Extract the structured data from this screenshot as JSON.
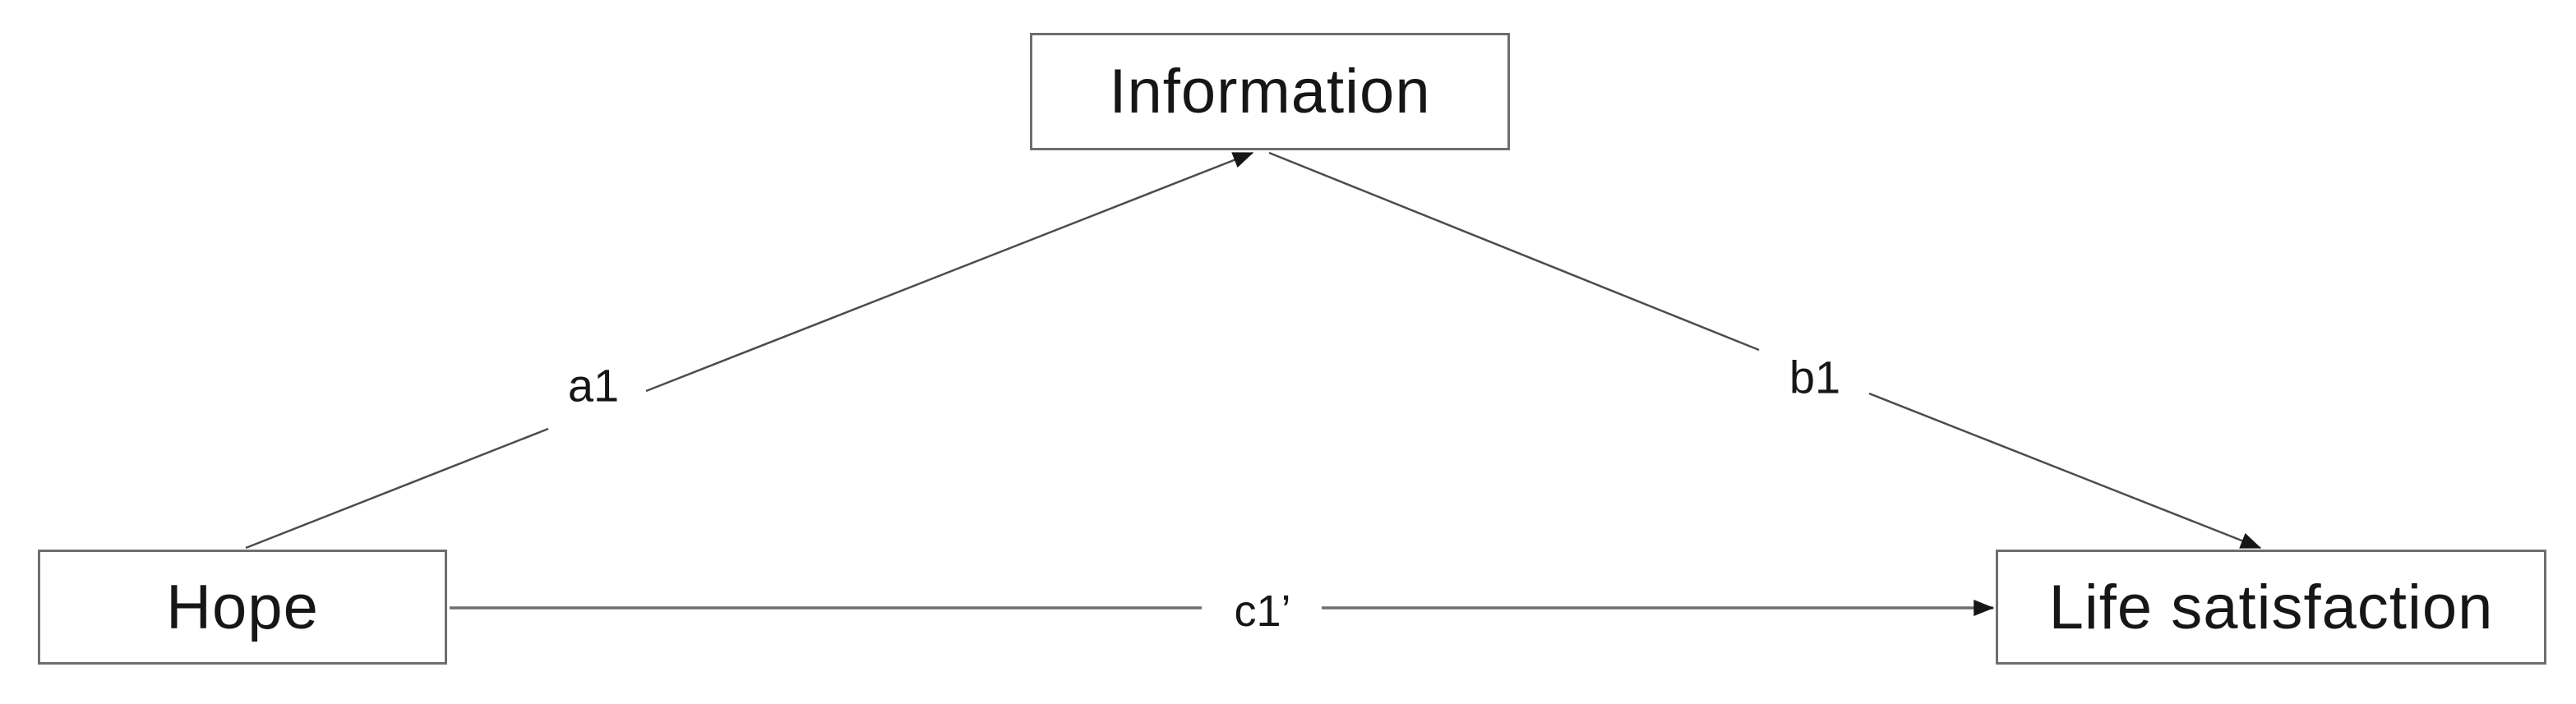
{
  "diagram": {
    "title": "Mediation path diagram",
    "colors": {
      "background": "#ffffff",
      "box_border": "#6e6e6e",
      "text": "#161616",
      "diagonal_line": "#4c4c4c",
      "horizontal_line": "#6e6e6e",
      "arrowhead": "#161616"
    },
    "nodes": [
      {
        "id": "information",
        "label": "Information"
      },
      {
        "id": "hope",
        "label": "Hope"
      },
      {
        "id": "life-satisfaction",
        "label": "Life satisfaction"
      }
    ],
    "paths": [
      {
        "id": "a1",
        "label": "a1",
        "from": "Hope",
        "to": "Information"
      },
      {
        "id": "b1",
        "label": "b1",
        "from": "Information",
        "to": "Life satisfaction"
      },
      {
        "id": "c1-prime",
        "label": "c1’",
        "from": "Hope",
        "to": "Life satisfaction"
      }
    ]
  }
}
